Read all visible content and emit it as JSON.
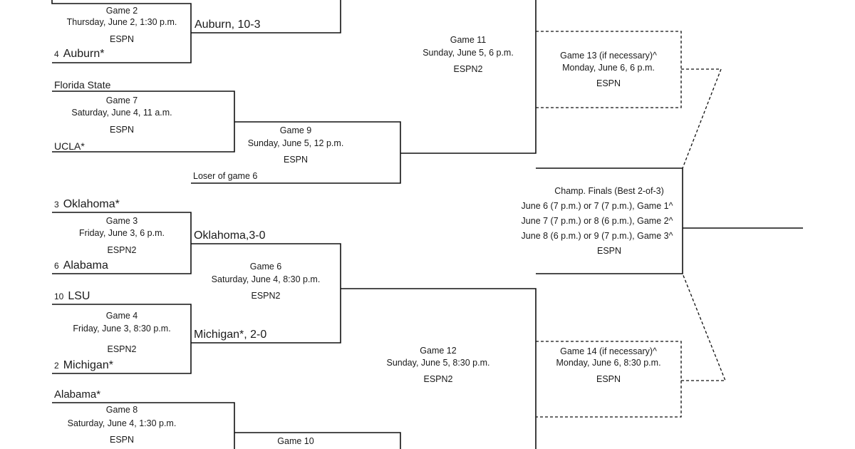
{
  "teams": {
    "auburn_seed": "4",
    "auburn": "Auburn*",
    "florida_state": "Florida State",
    "ucla": "UCLA*",
    "oklahoma_seed": "3",
    "oklahoma": "Oklahoma*",
    "alabama_seed": "6",
    "alabama": "Alabama",
    "lsu_seed": "10",
    "lsu": "LSU",
    "michigan_seed": "2",
    "michigan": "Michigan*",
    "alabama_g8": "Alabama*"
  },
  "results": {
    "auburn": "Auburn, 10-3",
    "oklahoma": "Oklahoma,3-0",
    "michigan": "Michigan*, 2-0",
    "loser_game6": "Loser of game 6"
  },
  "games": {
    "g2": {
      "name": "Game 2",
      "time": "Thursday, June 2, 1:30 p.m.",
      "tv": "ESPN"
    },
    "g7": {
      "name": "Game 7",
      "time": "Saturday, June 4, 11 a.m.",
      "tv": "ESPN"
    },
    "g9": {
      "name": "Game 9",
      "time": "Sunday, June 5, 12 p.m.",
      "tv": "ESPN"
    },
    "g11": {
      "name": "Game 11",
      "time": "Sunday, June 5, 6 p.m.",
      "tv": "ESPN2"
    },
    "g13": {
      "name": "Game 13 (if necessary)^",
      "time": "Monday, June 6, 6 p.m.",
      "tv": "ESPN"
    },
    "g3": {
      "name": "Game 3",
      "time": "Friday, June 3, 6 p.m.",
      "tv": "ESPN2"
    },
    "g6": {
      "name": "Game 6",
      "time": "Saturday, June 4, 8:30 p.m.",
      "tv": "ESPN2"
    },
    "g4": {
      "name": "Game 4",
      "time": "Friday, June 3, 8:30 p.m.",
      "tv": "ESPN2"
    },
    "g12": {
      "name": "Game 12",
      "time": "Sunday, June 5, 8:30 p.m.",
      "tv": "ESPN2"
    },
    "g14": {
      "name": "Game 14 (if necessary)^",
      "time": "Monday, June 6, 8:30 p.m.",
      "tv": "ESPN"
    },
    "g8": {
      "name": "Game 8",
      "time": "Saturday, June 4, 1:30 p.m.",
      "tv": "ESPN"
    },
    "g10": {
      "name": "Game 10"
    }
  },
  "finals": {
    "title": "Champ. Finals (Best 2-of-3)",
    "game1": "June 6 (7 p.m.) or 7 (7 p.m.), Game 1^",
    "game2": "June 7 (7 p.m.)  or 8 (6 p.m.), Game 2^",
    "game3": "June 8 (6 p.m.) or 9 (7 p.m.), Game 3^",
    "tv": "ESPN"
  }
}
